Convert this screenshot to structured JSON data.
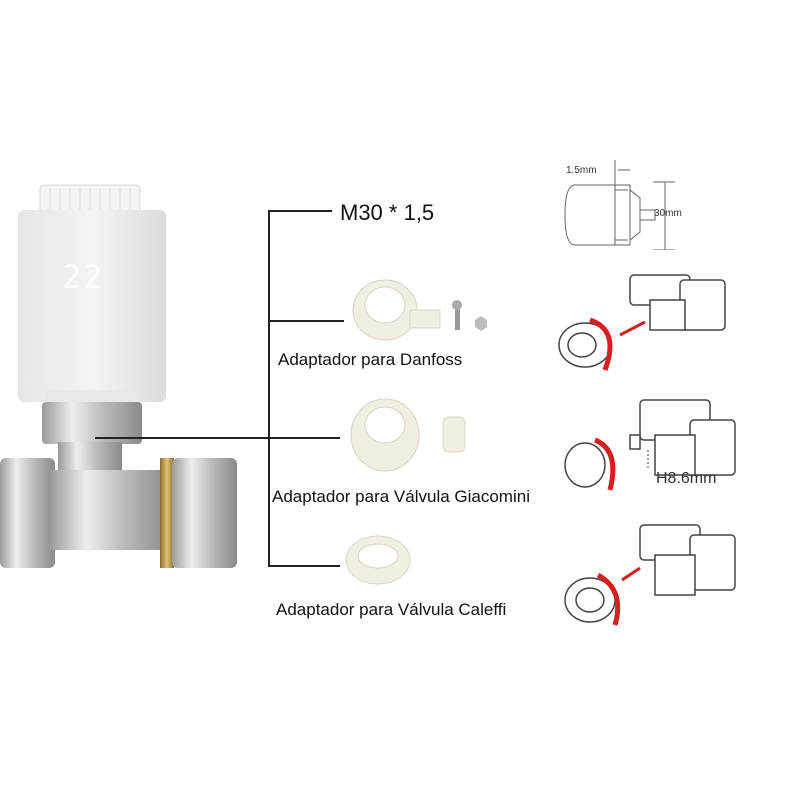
{
  "product": {
    "display_temperature": "22",
    "spec_thread": "M30 * 1,5"
  },
  "adapters": [
    {
      "label": "Adaptador para Danfoss"
    },
    {
      "label": "Adaptador para Válvula Giacomini"
    },
    {
      "label": "Adaptador para Válvula Caleffi"
    }
  ],
  "dimensions": {
    "thread_pitch": "1.5mm",
    "diameter": "30mm",
    "pin_height": "H8.6mm"
  },
  "colors": {
    "arrow": "#d42020",
    "line": "#222222",
    "adapter": "#f1efe2",
    "brass": "#c9a458",
    "chrome": "#cfcfcf"
  }
}
